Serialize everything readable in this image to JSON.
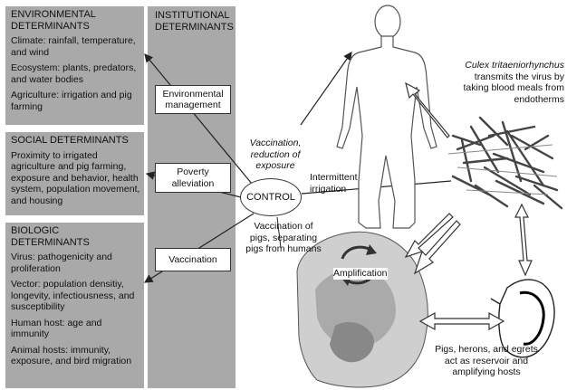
{
  "environmental": {
    "title": "ENVIRONMENTAL DETERMINANTS",
    "items": [
      "Climate: rainfall, temperature, and wind",
      "Ecosystem: plants, predators, and water bodies",
      "Agriculture: irrigation and pig farming"
    ]
  },
  "social": {
    "title": "SOCIAL DETERMINANTS",
    "items": [
      "Proximity to irrigated agriculture and pig farming, exposure and behavior, health system, population movement, and housing"
    ]
  },
  "biologic": {
    "title": "BIOLOGIC DETERMINANTS",
    "items": [
      "Virus: pathogenicity and proliferation",
      "Vector: population densitiy, longevity, infectiousness, and susceptibility",
      "Human host: age and immunity",
      "Animal hosts: immunity, exposure, and bird migration"
    ]
  },
  "institutional": {
    "title": "INSTITUTIONAL DETERMINANTS",
    "boxes": [
      "Environmental management",
      "Poverty alleviation",
      "Vaccination"
    ]
  },
  "control": "CONTROL",
  "labels": {
    "vaccination_exposure": "Vaccination, reduction of exposure",
    "intermittent": "Intermittent irrigation",
    "vaccination_pigs": "Vaccination of pigs, separating pigs from humans",
    "amplification": "Amplification",
    "culex_species": "Culex tritaeniorhynchus",
    "culex_rest": "transmits the virus by taking blood meals from endotherms",
    "reservoir": "Pigs, herons, and egrets act as reservoir and amplifying hosts"
  }
}
